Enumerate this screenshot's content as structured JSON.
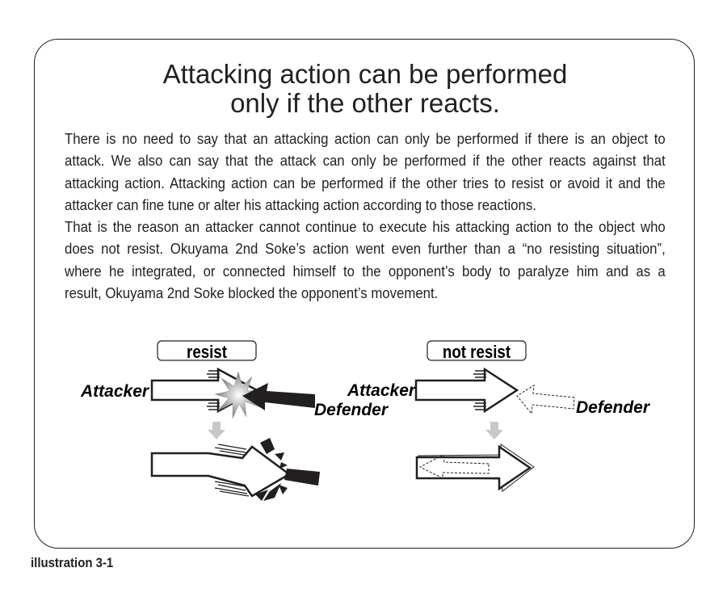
{
  "title": {
    "line1": "Attacking action can be performed",
    "line2": "only if the other reacts."
  },
  "body_lines": [
    "There is no need to say that an attacking action can only be performed if there is an object to",
    "attack. We also can say that the attack can only be performed if the other reacts against that",
    "attacking action. Attacking action can be performed if the other tries to resist or avoid it and the",
    "attacker can fine tune or alter his attacking action according to those reactions.",
    "That is the reason an attacker cannot continue to execute his attacking action to the object who",
    "does not resist. Okuyama 2nd Soke’s action went even further than a “no resisting situation”,",
    "where he integrated, or connected himself to the opponent’s body to paralyze him and as a",
    "result, Okuyama 2nd Soke blocked the opponent’s movement."
  ],
  "diagram": {
    "resist": {
      "label": "resist",
      "attacker": "Attacker",
      "defender": "Defender"
    },
    "not_resist": {
      "label": "not resist",
      "attacker": "Attacker",
      "defender": "Defender"
    }
  },
  "caption": "illustration 3-1",
  "colors": {
    "ink": "#231f20",
    "arrow_gray": "#c8c8c8"
  }
}
